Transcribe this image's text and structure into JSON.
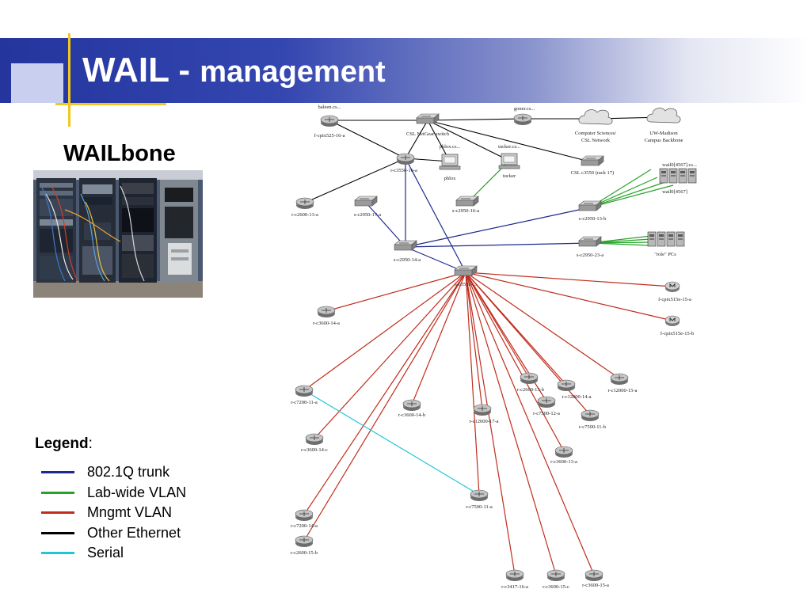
{
  "slide": {
    "title_main": "WAIL - ",
    "title_sub": "management",
    "photo_heading": "WAILbone"
  },
  "legend": {
    "title": "Legend",
    "title_suffix": ":",
    "items": [
      {
        "label": "802.1Q trunk",
        "color": "#1c2a8c"
      },
      {
        "label": "Lab-wide VLAN",
        "color": "#28a228"
      },
      {
        "label": "Mngmt VLAN",
        "color": "#c02d1d"
      },
      {
        "label": "Other Ethernet",
        "color": "#000000"
      },
      {
        "label": "Serial",
        "color": "#22c5d8"
      }
    ]
  },
  "diagram": {
    "nodes": {
      "baleen": {
        "label": "baleen.cs...",
        "sublabel": "f-cpix525-16-a",
        "kind": "router"
      },
      "csl_netgear": {
        "label": "CSL NetGear switch",
        "kind": "switch"
      },
      "goner": {
        "label": "goner.cs...",
        "kind": "router"
      },
      "cs_network": {
        "label": "Computer Sciences/",
        "label2": "CSL Network",
        "kind": "cloud"
      },
      "campus": {
        "label": "UW-Madison",
        "label2": "Campus Backbone",
        "kind": "cloud"
      },
      "phlox": {
        "label": "phlox.cs...",
        "sublabel": "phlox",
        "kind": "pc"
      },
      "tucker": {
        "label": "tucker.cs...",
        "sublabel": "tucker",
        "kind": "pc"
      },
      "r3550": {
        "label": "r-c3550-16-a",
        "kind": "router"
      },
      "csl3550": {
        "label": "CSL c3550 (rack 17)",
        "kind": "switch"
      },
      "wail_servers": {
        "label": "wail0[4567].cs...",
        "label2": "wail0[4567]",
        "kind": "servers"
      },
      "r2600_13a": {
        "label": "r-c2600-13-a",
        "kind": "router"
      },
      "s2950_17a": {
        "label": "s-c2950-17-a",
        "kind": "switch"
      },
      "s2950_16a": {
        "label": "s-c2950-16-a",
        "kind": "switch"
      },
      "s2950_13b": {
        "label": "s-c2950-13-b",
        "kind": "switch"
      },
      "s2950_14a": {
        "label": "s-c2950-14-a",
        "kind": "switch"
      },
      "s2950_23a": {
        "label": "s-c2950-23-a",
        "kind": "switch"
      },
      "role_pcs": {
        "label": "\"role\" PCs",
        "kind": "servers"
      },
      "core": {
        "label": "s-c3550-...",
        "kind": "switch"
      },
      "fcpix515_15a": {
        "label": "f-cpix515e-15-a",
        "kind": "firewall"
      },
      "fcpix515_15b": {
        "label": "f-cpix515e-15-b",
        "kind": "firewall"
      },
      "r3600_14a": {
        "label": "r-c3600-14-a",
        "kind": "router"
      },
      "r2600_13b": {
        "label": "r-c2600-13-b",
        "kind": "router"
      },
      "r12000_14a": {
        "label": "r-c12000-14-a",
        "kind": "router"
      },
      "r12000_15a": {
        "label": "r-c12000-15-a",
        "kind": "router"
      },
      "r7200_11a": {
        "label": "r-c7200-11-a",
        "kind": "router"
      },
      "r3600_14b": {
        "label": "r-c3600-14-b",
        "kind": "router"
      },
      "r12000_17a": {
        "label": "r-c12000-17-a",
        "kind": "router"
      },
      "r7500_12a": {
        "label": "r-c7500-12-a",
        "kind": "router"
      },
      "r7500_11b": {
        "label": "r-c7500-11-b",
        "kind": "router"
      },
      "r3600_14c": {
        "label": "r-c3600-14-c",
        "kind": "router"
      },
      "r3600_13a": {
        "label": "r-c3600-13-a",
        "kind": "router"
      },
      "r7500_11a": {
        "label": "r-c7500-11-a",
        "kind": "router"
      },
      "r7200_14a": {
        "label": "r-c7200-14-a",
        "kind": "router"
      },
      "r2600_15b": {
        "label": "r-c2600-15-b",
        "kind": "router"
      },
      "r3417_16a": {
        "label": "r-c3417-16-a",
        "kind": "router"
      },
      "r3600_15c": {
        "label": "r-c3600-15-c",
        "kind": "router"
      },
      "r3600_15a": {
        "label": "r-c3600-15-a",
        "kind": "router"
      }
    }
  }
}
